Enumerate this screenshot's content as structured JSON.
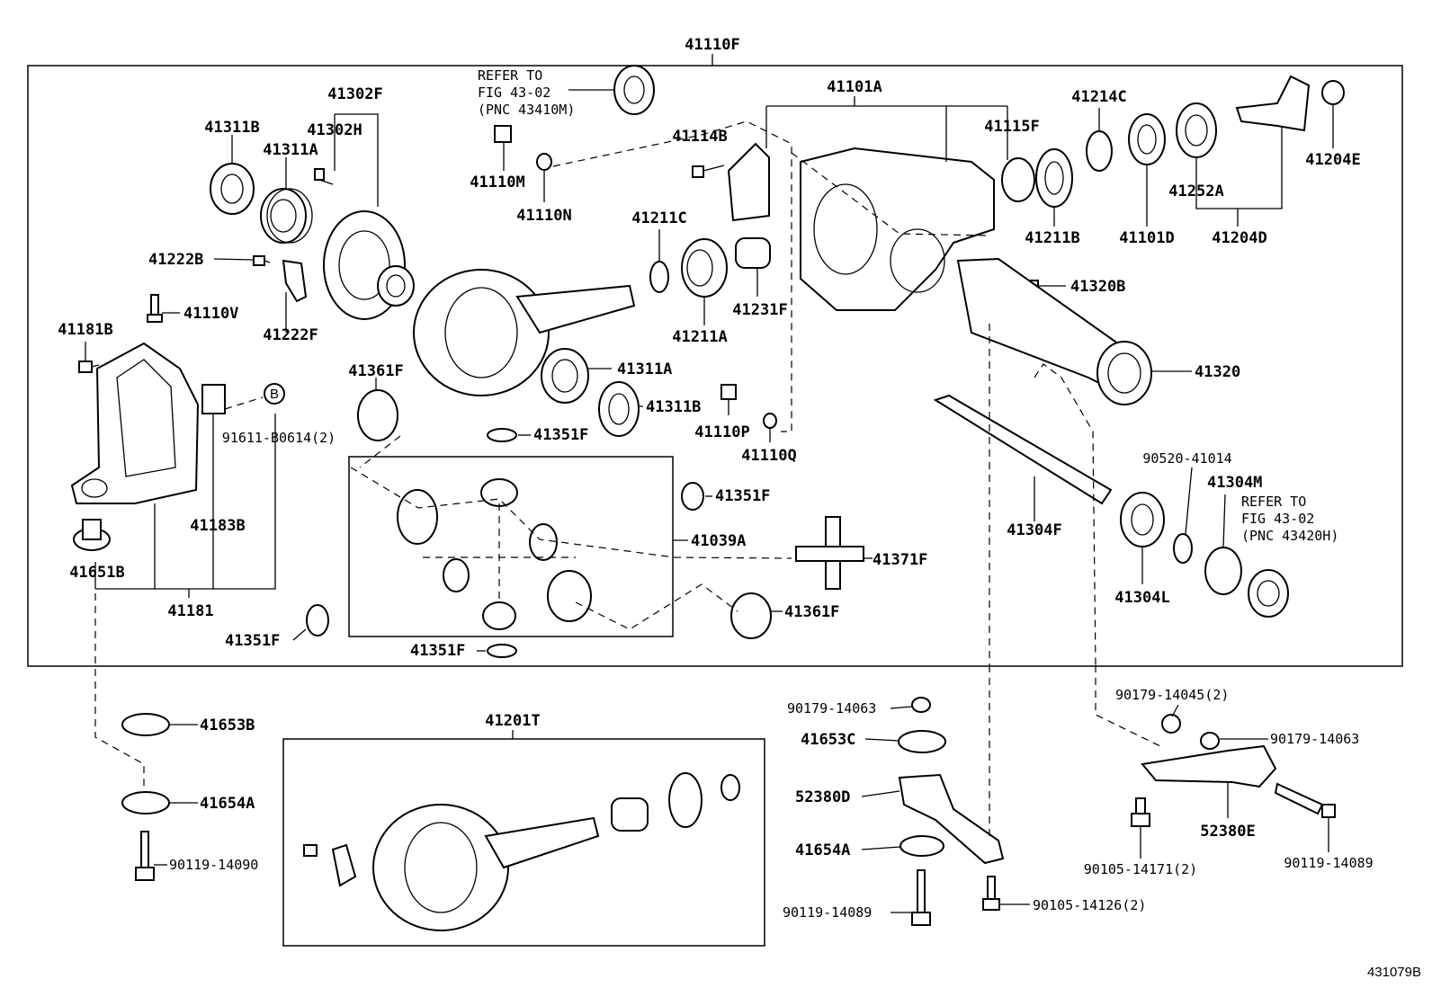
{
  "figure_id": "431079B",
  "labels": {
    "l41110F": "41110F",
    "l41302F": "41302F",
    "l41311B_a": "41311B",
    "l41302H": "41302H",
    "l41311A_a": "41311A",
    "l41222B": "41222B",
    "l41110V": "41110V",
    "l41222F": "41222F",
    "l41181B": "41181B",
    "l41361F_a": "41361F",
    "l91611": "91611-B0614(2)",
    "l41183B": "41183B",
    "l41651B": "41651B",
    "l41181": "41181",
    "l41351F_a": "41351F",
    "l41351F_b": "41351F",
    "l41351F_c": "41351F",
    "l41351F_d": "41351F",
    "l41110M": "41110M",
    "l41110N": "41110N",
    "l41211C": "41211C",
    "l41211A": "41211A",
    "l41231F": "41231F",
    "l41114B": "41114B",
    "l41101A": "41101A",
    "l41311A_b": "41311A",
    "l41311B_b": "41311B",
    "l41110P": "41110P",
    "l41110Q": "41110Q",
    "l41039A": "41039A",
    "l41371F": "41371F",
    "l41361F_b": "41361F",
    "l41115F": "41115F",
    "l41211B": "41211B",
    "l41214C": "41214C",
    "l41101D": "41101D",
    "l41252A": "41252A",
    "l41204D": "41204D",
    "l41204E": "41204E",
    "l41320B": "41320B",
    "l41320": "41320",
    "l41304F": "41304F",
    "l90520": "90520-41014",
    "l41304M": "41304M",
    "l41304L": "41304L",
    "l41653B": "41653B",
    "l41654A_a": "41654A",
    "l90119_14090": "90119-14090",
    "l41201T": "41201T",
    "l90179_14063_a": "90179-14063",
    "l41653C": "41653C",
    "l52380D": "52380D",
    "l41654A_b": "41654A",
    "l90119_14089_a": "90119-14089",
    "l90105_14126": "90105-14126(2)",
    "l90179_14045": "90179-14045(2)",
    "l90179_14063_b": "90179-14063",
    "l52380E": "52380E",
    "l90105_14171": "90105-14171(2)",
    "l90119_14089_b": "90119-14089",
    "ref_marker": "B"
  },
  "refer_notes": {
    "top": [
      "REFER TO",
      "FIG 43-02",
      "(PNC 43410M)"
    ],
    "right": [
      "REFER TO",
      "FIG 43-02",
      "(PNC 43420H)"
    ]
  }
}
